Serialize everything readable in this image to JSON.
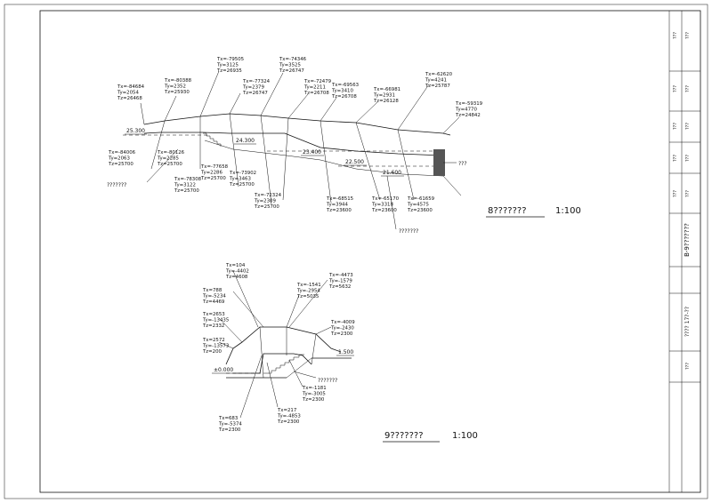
{
  "drawing_a": {
    "title": "8???????",
    "scale": "1:100",
    "notes": [
      "???????",
      "???????",
      "???"
    ],
    "elevations": [
      "25.300",
      "24.300",
      "23.400",
      "22.500",
      "21.600"
    ],
    "upper_labels": [
      [
        "Tx=-84684",
        "Ty=2054",
        "Tz=26468"
      ],
      [
        "Tx=-80388",
        "Ty=2352",
        "Tz=25930"
      ],
      [
        "Tx=-79505",
        "Ty=3125",
        "Tz=26935"
      ],
      [
        "Tx=-77324",
        "Ty=2379",
        "Tz=26747"
      ],
      [
        "Tx=-74346",
        "Ty=3525",
        "Tz=26747"
      ],
      [
        "Tx=-72479",
        "Ty=2211",
        "Tz=26708"
      ],
      [
        "Tx=-69563",
        "Ty=3410",
        "Tz=26708"
      ],
      [
        "Tx=-66981",
        "Ty=2931",
        "Tz=26128"
      ],
      [
        "Tx=-62620",
        "Ty=4241",
        "Tz=25787"
      ],
      [
        "Tx=-59319",
        "Ty=4770",
        "Tz=24842"
      ]
    ],
    "lower_labels": [
      [
        "Tx=-84006",
        "Ty=2063",
        "Tz=25700"
      ],
      [
        "Tx=-80126",
        "Ty=2285",
        "Tz=25700"
      ],
      [
        "Tx=-78308",
        "Ty=3122",
        "Tz=25700"
      ],
      [
        "Tx=-77658",
        "Ty=2286",
        "Tz=25700"
      ],
      [
        "Tx=-73902",
        "Ty=3463",
        "Tz=25700"
      ],
      [
        "Tx=-72324",
        "Ty=2309",
        "Tz=25700"
      ],
      [
        "Tx=-68515",
        "Ty=3944",
        "Tz=23600"
      ],
      [
        "Tx=-65170",
        "Ty=3318",
        "Tz=23600"
      ],
      [
        "Tx=-61659",
        "Ty=4575",
        "Tz=23600"
      ]
    ]
  },
  "drawing_b": {
    "title": "9???????",
    "scale": "1:100",
    "notes": [
      "???????"
    ],
    "elevations": [
      "±0.000",
      "1.500"
    ],
    "upper_labels": [
      [
        "Tx=104",
        "Ty=-4402",
        "Tz=4608"
      ],
      [
        "Tx=-4473",
        "Ty=-1579",
        "Tz=5632"
      ],
      [
        "Tx=788",
        "Ty=-5234",
        "Tz=4469"
      ],
      [
        "Tx=-1541",
        "Ty=-2954",
        "Tz=5035"
      ],
      [
        "Tx=2653",
        "Ty=-13435",
        "Tz=2332"
      ],
      [
        "Tx=-4009",
        "Ty=-2430",
        "Tz=2300"
      ],
      [
        "Tx=2572",
        "Ty=-13573",
        "Tz=200"
      ]
    ],
    "lower_labels": [
      [
        "Tx=-1181",
        "Ty=-3005",
        "Tz=2300"
      ],
      [
        "Tx=217",
        "Ty=-4853",
        "Tz=2300"
      ],
      [
        "Tx=683",
        "Ty=-5374",
        "Tz=2300"
      ]
    ]
  },
  "title_block": {
    "cells": [
      "???",
      "???",
      "???",
      "???",
      "???",
      "???",
      "???",
      "???",
      "???",
      "???"
    ],
    "sheet_name": "B-9???????",
    "drawing_no": "???? 17?-??",
    "stamp": "???"
  }
}
